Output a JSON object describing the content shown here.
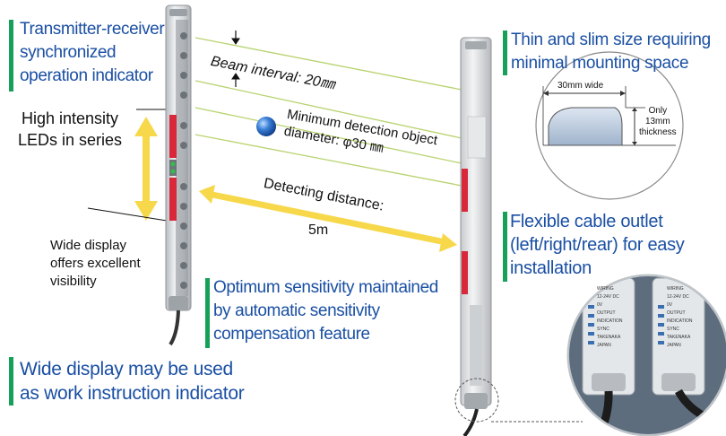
{
  "callouts": {
    "sync": [
      "Transmitter-receiver",
      "synchronized",
      "operation indicator"
    ],
    "slim": [
      "Thin and slim size requiring",
      "minimal mounting space"
    ],
    "cable": [
      "Flexible cable outlet",
      "(left/right/rear) for easy",
      "installation"
    ],
    "sensitivity": [
      "Optimum sensitivity maintained",
      "by automatic sensitivity",
      "compensation feature"
    ],
    "work": [
      "Wide display may be used",
      "as work instruction indicator"
    ]
  },
  "labels": {
    "high_intensity": [
      "High intensity",
      "LEDs in series"
    ],
    "wide_display": [
      "Wide display",
      "offers excellent",
      "visibility"
    ],
    "beam_interval": "Beam interval: 20㎜",
    "min_detection": [
      "Minimum detection object",
      "diameter: φ30 ㎜"
    ],
    "detecting_distance": [
      "Detecting distance:",
      "5m"
    ]
  },
  "inset_profile": {
    "width_label": "30mm wide",
    "thickness_label": [
      "Only",
      "13mm",
      "thickness"
    ]
  },
  "inset_cable": {
    "plate_text": [
      "WIRING",
      "12-24V DC",
      "0V",
      "OUTPUT",
      "INDICATION",
      "SYNC",
      "TAKENAKA",
      "JAPAN"
    ]
  },
  "colors": {
    "callout_text": "#1a4fa3",
    "callout_bar": "#16a05a",
    "led_red": "#d8283a",
    "led_green": "#2fbf4a",
    "arrow_yellow": "#f6d84a",
    "beam_line": "#b7d36e"
  }
}
